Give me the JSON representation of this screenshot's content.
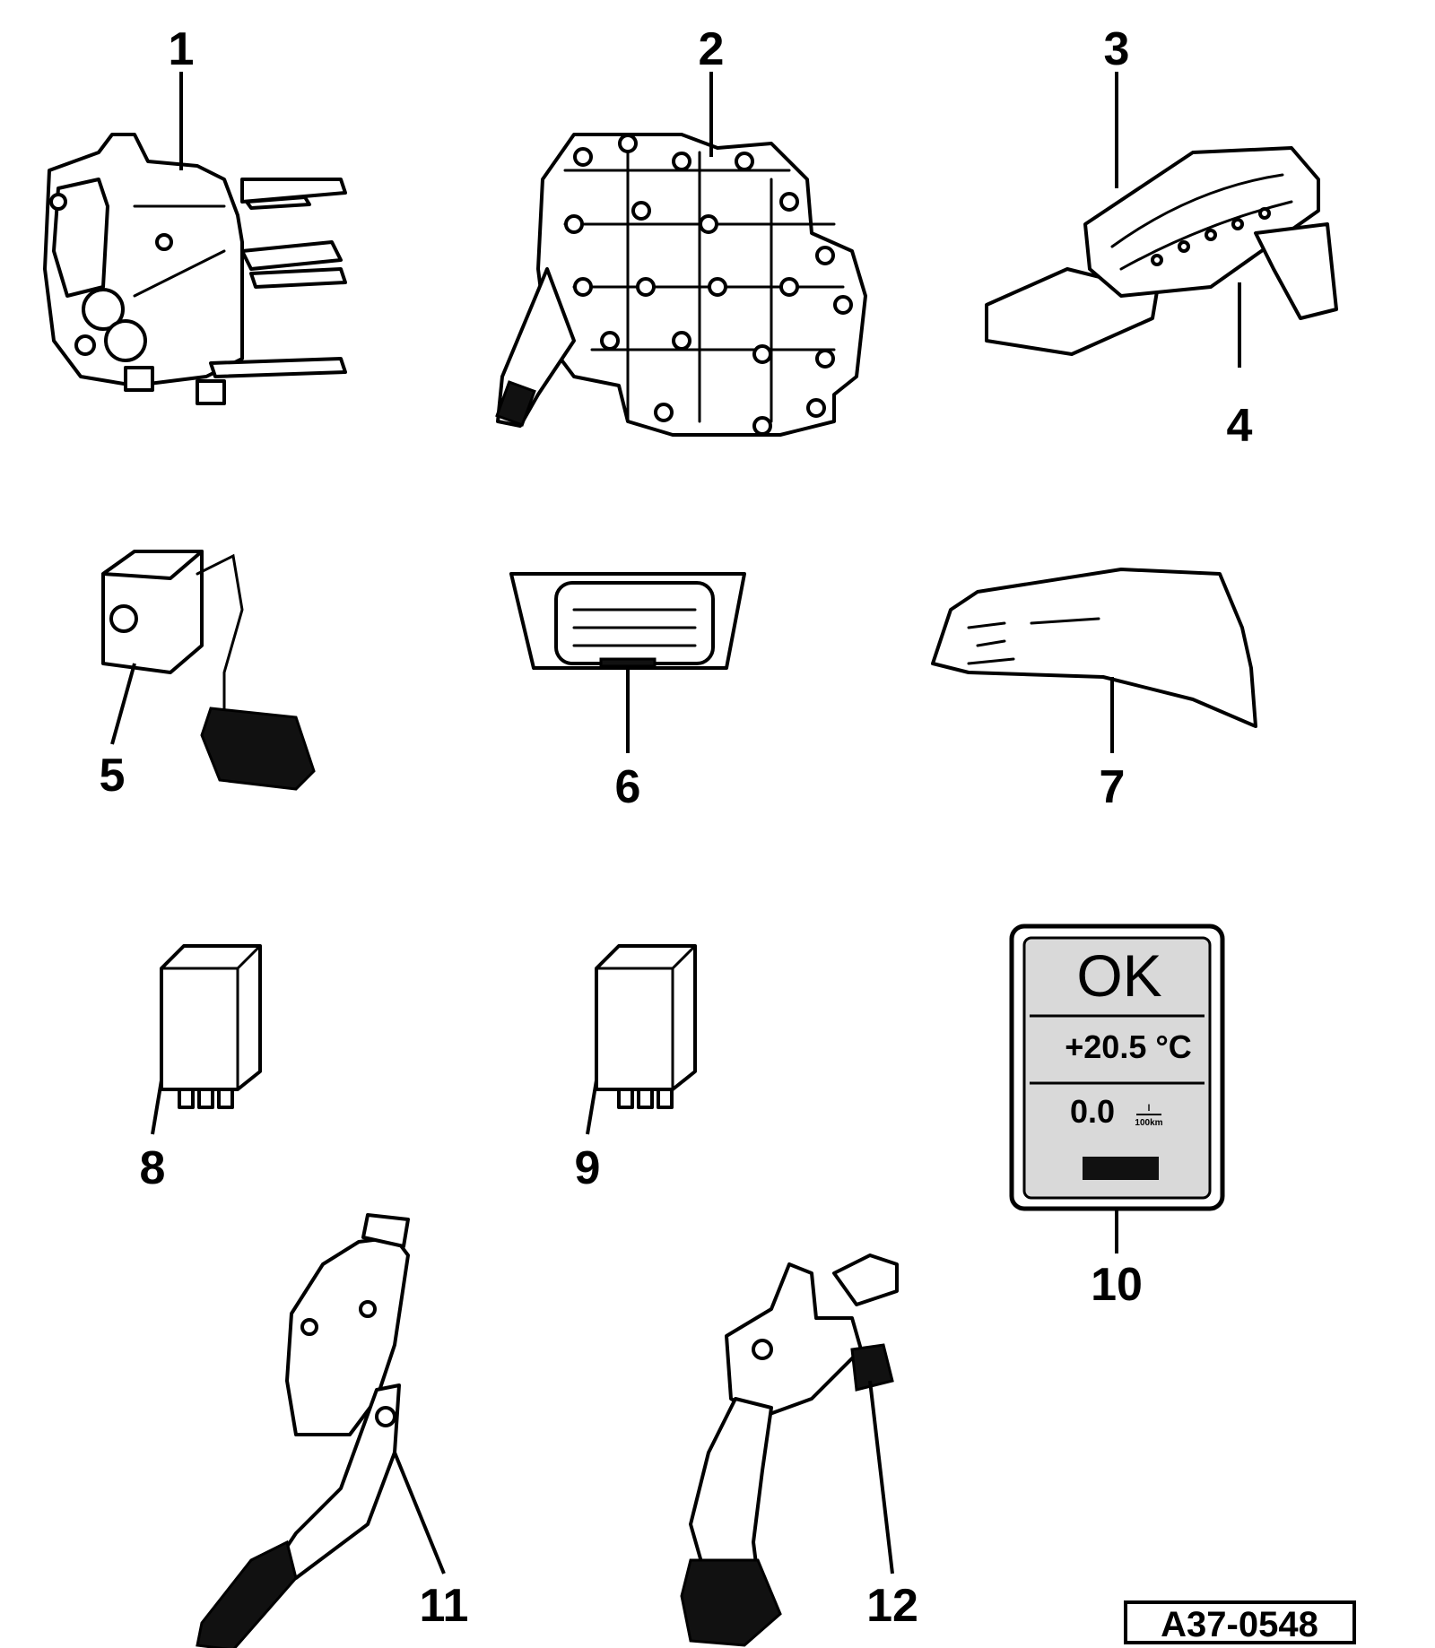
{
  "callouts": [
    "1",
    "2",
    "3",
    "4",
    "5",
    "6",
    "7",
    "8",
    "9",
    "10",
    "11",
    "12"
  ],
  "display": {
    "status": "OK",
    "temperature": "+20.5 °C",
    "consumption_value": "0.0",
    "consumption_unit_top": "l",
    "consumption_unit_bottom": "100km"
  },
  "figure_id": "A37-0548"
}
